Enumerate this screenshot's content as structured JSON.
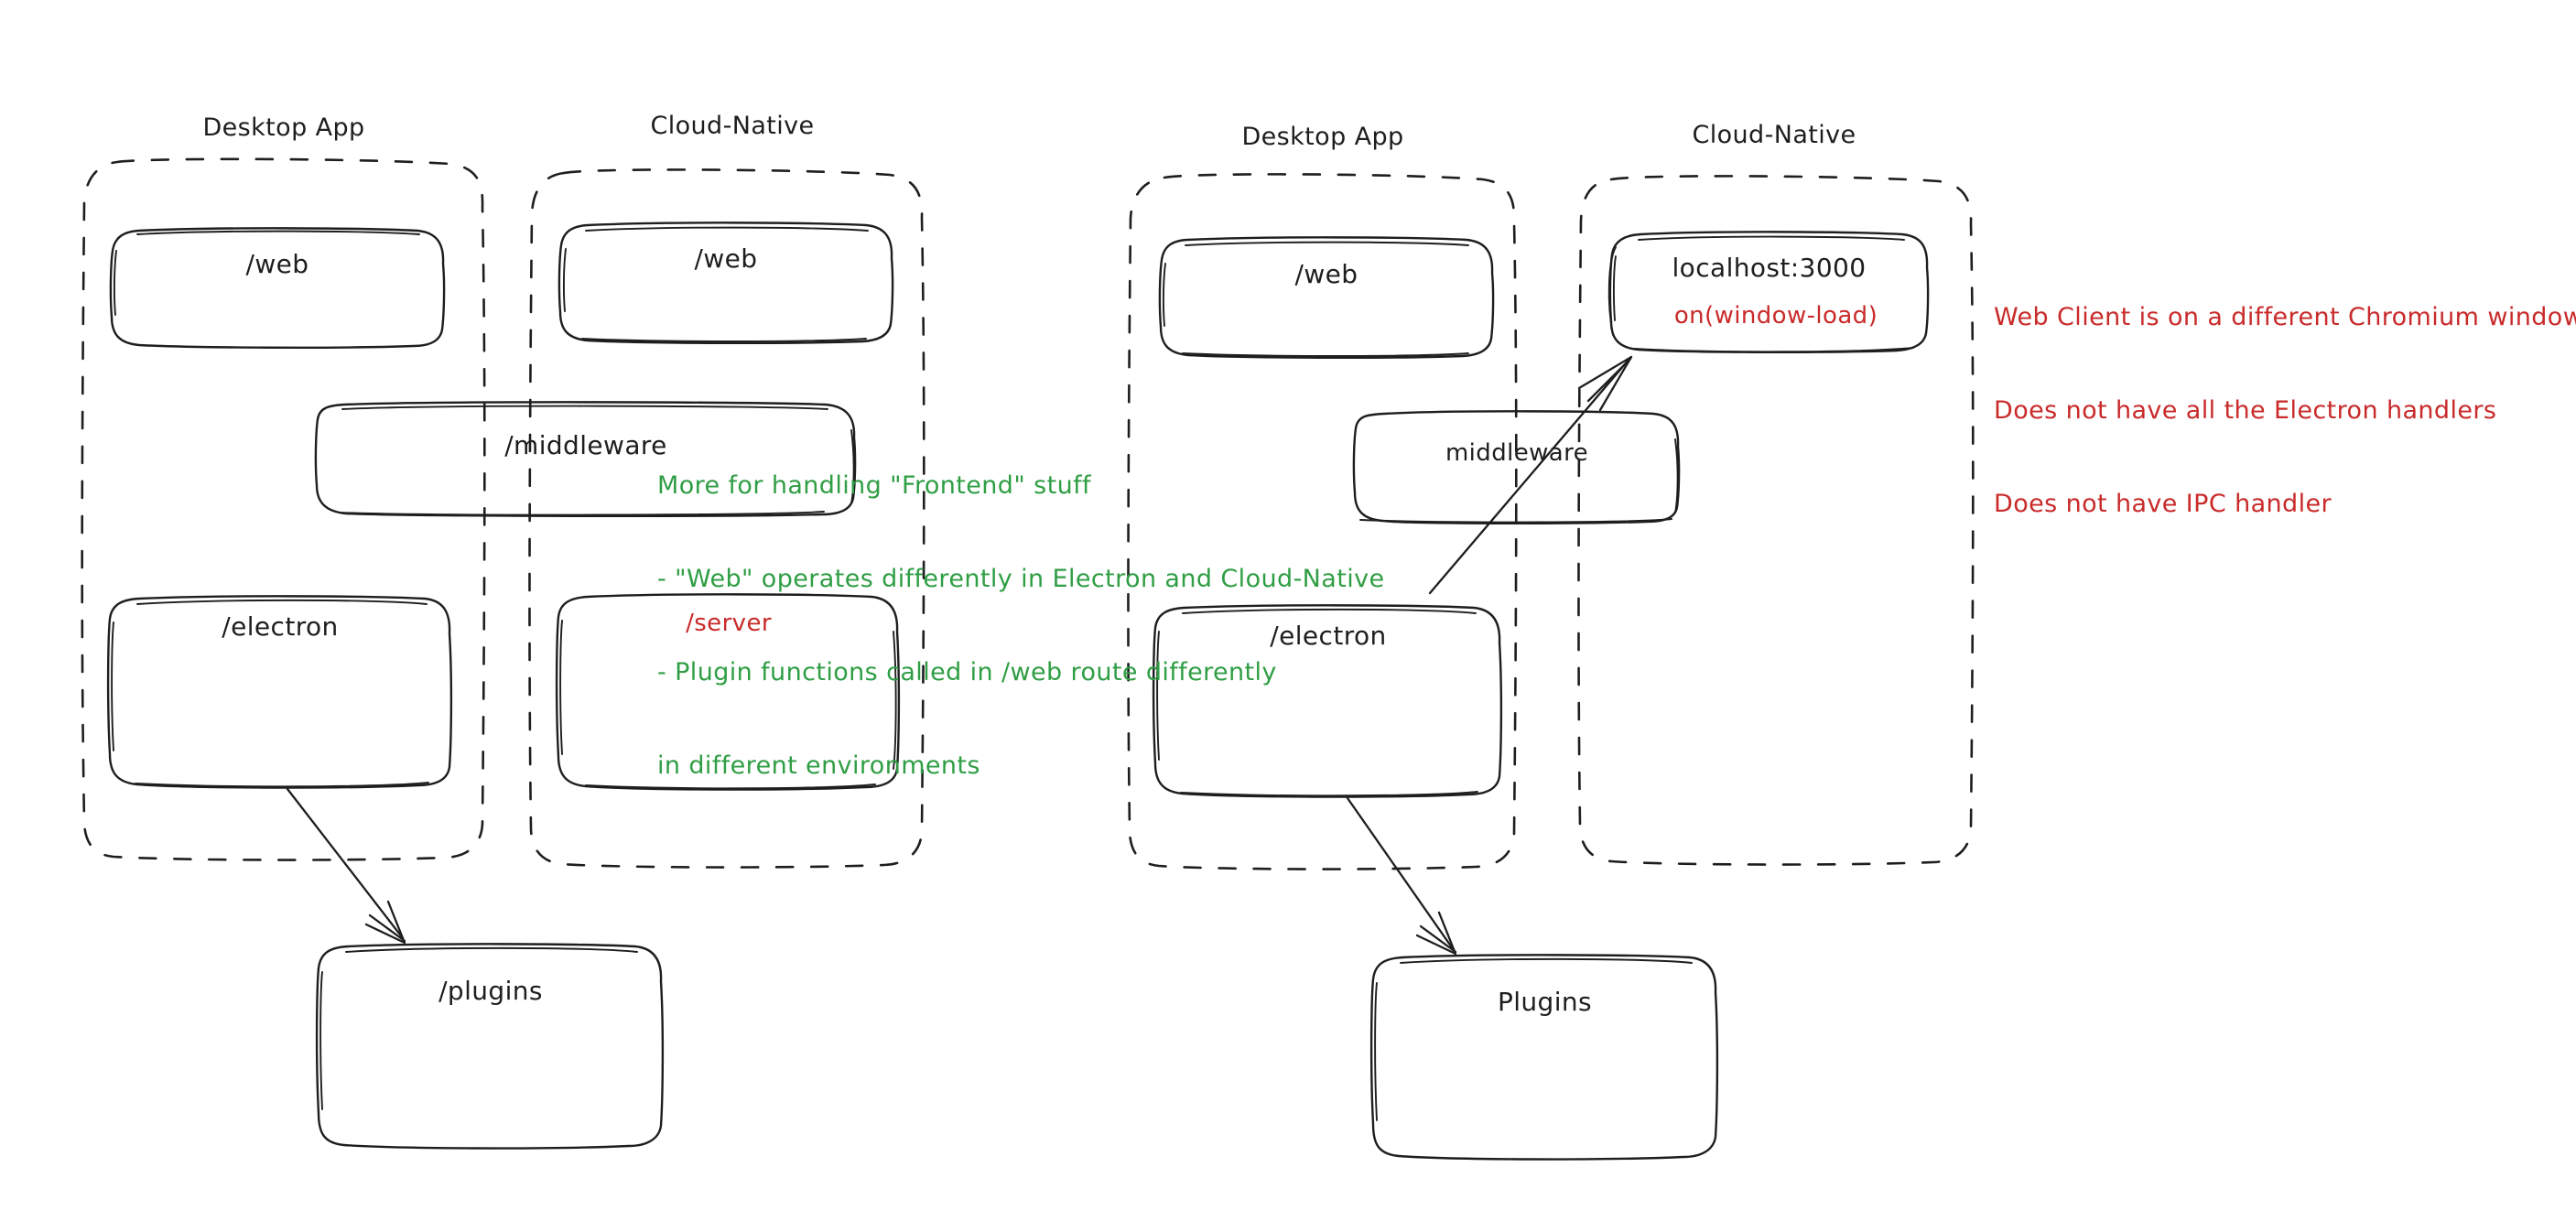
{
  "diagram": {
    "title_hidden": "Electron vs Cloud-Native architecture sketch",
    "colors": {
      "stroke": "#1e1e1e",
      "green": "#2f9e44",
      "red": "#c92a2a",
      "background": "#ffffff"
    },
    "left_section": {
      "groups": [
        {
          "id": "left-desktop",
          "label": "Desktop App"
        },
        {
          "id": "left-cloud",
          "label": "Cloud-Native"
        }
      ],
      "nodes": [
        {
          "id": "left-desktop-web",
          "label": "/web",
          "color": "#1e1e1e"
        },
        {
          "id": "left-cloud-web",
          "label": "/web",
          "color": "#1e1e1e"
        },
        {
          "id": "left-middleware",
          "label": "/middleware",
          "color": "#1e1e1e"
        },
        {
          "id": "left-electron",
          "label": "/electron",
          "color": "#1e1e1e"
        },
        {
          "id": "left-server",
          "label": "/server",
          "color": "#c92a2a"
        },
        {
          "id": "left-plugins",
          "label": "/plugins",
          "color": "#1e1e1e"
        }
      ],
      "annotation": {
        "color": "#2f9e44",
        "lines": [
          "More for handling \"Frontend\" stuff",
          "- \"Web\" operates differently in Electron and Cloud-Native",
          "- Plugin functions called in /web route differently",
          "in different environments"
        ]
      }
    },
    "right_section": {
      "groups": [
        {
          "id": "right-desktop",
          "label": "Desktop App"
        },
        {
          "id": "right-cloud",
          "label": "Cloud-Native"
        }
      ],
      "nodes": [
        {
          "id": "right-desktop-web",
          "label": "/web",
          "color": "#1e1e1e"
        },
        {
          "id": "right-localhost",
          "label": "localhost:3000",
          "sublabel": "on(window-load)",
          "color": "#1e1e1e",
          "sublabel_color": "#c92a2a"
        },
        {
          "id": "right-middleware",
          "label": "middleware",
          "color": "#1e1e1e"
        },
        {
          "id": "right-electron",
          "label": "/electron",
          "color": "#1e1e1e"
        },
        {
          "id": "right-plugins",
          "label": "Plugins",
          "color": "#1e1e1e"
        }
      ],
      "annotation": {
        "color": "#c92a2a",
        "lines": [
          "Web Client is on a different Chromium window",
          "Does not have all the Electron handlers",
          "Does not have IPC handler"
        ]
      }
    }
  }
}
